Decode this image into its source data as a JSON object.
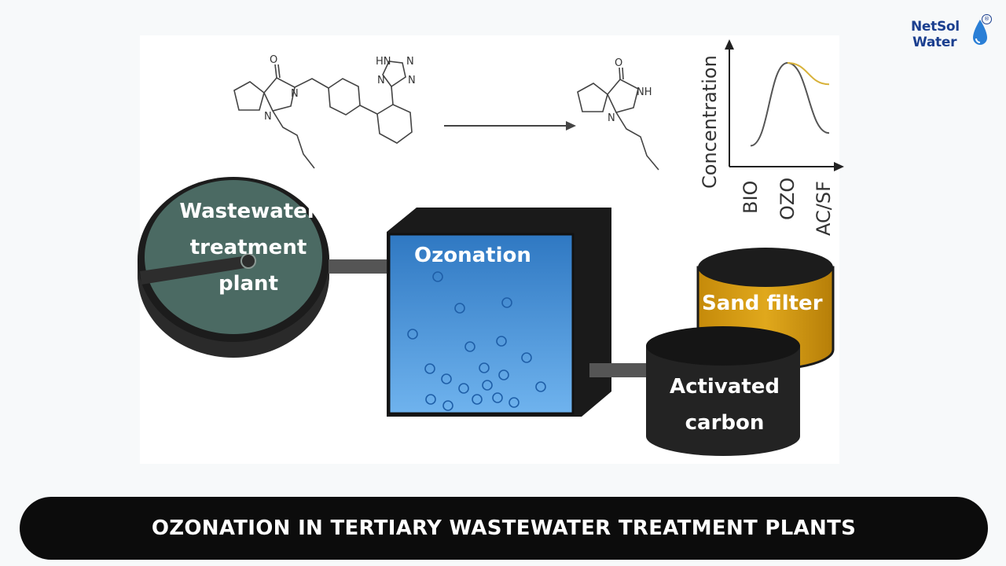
{
  "logo": {
    "line1": "NetSol",
    "line2": "Water",
    "registered_mark": "®"
  },
  "diagram": {
    "wastewater_plant_label": [
      "Wastewater",
      "treatment",
      "plant"
    ],
    "ozonation_label": "Ozonation",
    "sand_filter_label": "Sand filter",
    "activated_carbon_label": [
      "Activated",
      "carbon"
    ],
    "molecule_atoms": {
      "oxygen": "O",
      "nitrogen": "N",
      "nh": "NH",
      "tetrazole_hn": "HN",
      "tetrazole_n": "N"
    },
    "chart": {
      "ylabel": "Concentration",
      "xlabels": [
        "BIO",
        "OZO",
        "AC/SF"
      ]
    }
  },
  "chart_data": {
    "type": "line",
    "categories": [
      "BIO",
      "OZO",
      "AC/SF"
    ],
    "ylabel": "Concentration",
    "series": [
      {
        "values": [
          0.15,
          1.0,
          0.28
        ],
        "color": "#555555"
      },
      {
        "values": [
          null,
          1.0,
          0.78
        ],
        "color": "#d8b23a"
      }
    ]
  },
  "banner": {
    "title": "OZONATION IN TERTIARY WASTEWATER TREATMENT PLANTS"
  },
  "colors": {
    "ozonation_blue": "#3b86cf",
    "sand_filter_gold": "#d99e12",
    "plant_green": "#4b6a63",
    "dark": "#1c1c1c",
    "banner": "#0c0c0c"
  }
}
